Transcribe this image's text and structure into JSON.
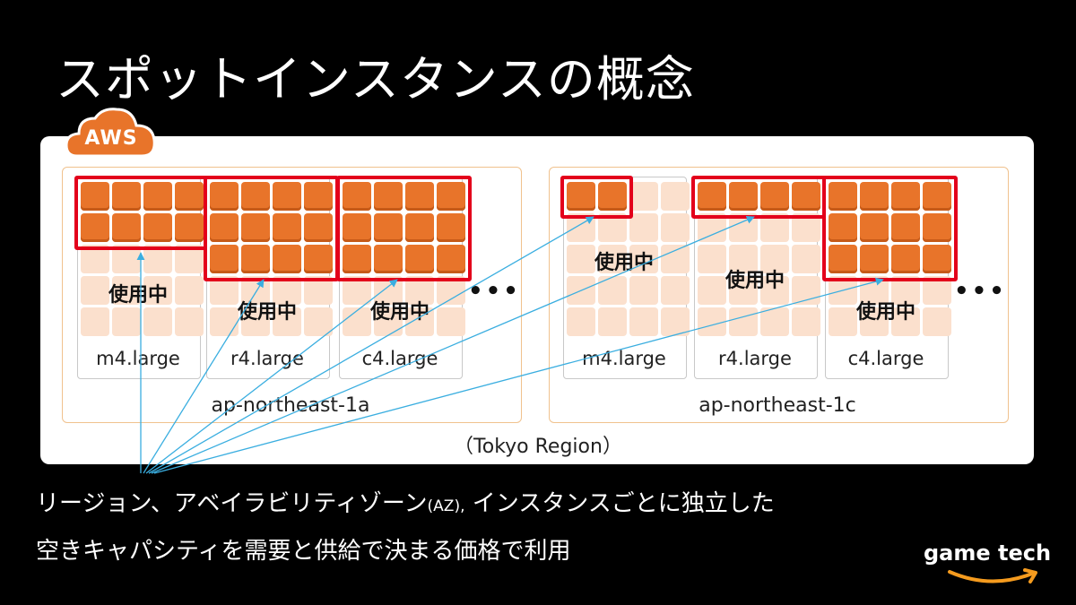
{
  "title": "スポットインスタンスの概念",
  "aws_label": "AWS",
  "region_label": "（Tokyo Region）",
  "in_use_label": "使用中",
  "more_marker": "•••",
  "availability_zones": [
    {
      "name": "ap-northeast-1a",
      "instances": [
        {
          "type": "m4.large",
          "in_use_rows": 2,
          "in_use_cols": 4
        },
        {
          "type": "r4.large",
          "in_use_rows": 3,
          "in_use_cols": 4
        },
        {
          "type": "c4.large",
          "in_use_rows": 3,
          "in_use_cols": 4
        }
      ]
    },
    {
      "name": "ap-northeast-1c",
      "instances": [
        {
          "type": "m4.large",
          "in_use_rows": 1,
          "in_use_cols": 2
        },
        {
          "type": "r4.large",
          "in_use_rows": 1,
          "in_use_cols": 4
        },
        {
          "type": "c4.large",
          "in_use_rows": 3,
          "in_use_cols": 4
        }
      ]
    }
  ],
  "caption": {
    "line1_a": "リージョン、アベイラビリティゾーン",
    "line1_small": "(AZ),",
    "line1_b": " インスタンスごとに独立した",
    "line2": "空きキャパシティを需要と供給で決まる価格で利用"
  },
  "brand": "game tech",
  "colors": {
    "background": "#000000",
    "in_use_cell": "#e8742a",
    "free_cell": "#fbe0cd",
    "selection_border": "#e3001b",
    "arrow": "#3aaee0",
    "aws_cloud": "#e8742a",
    "az_border": "#f0c28e"
  }
}
